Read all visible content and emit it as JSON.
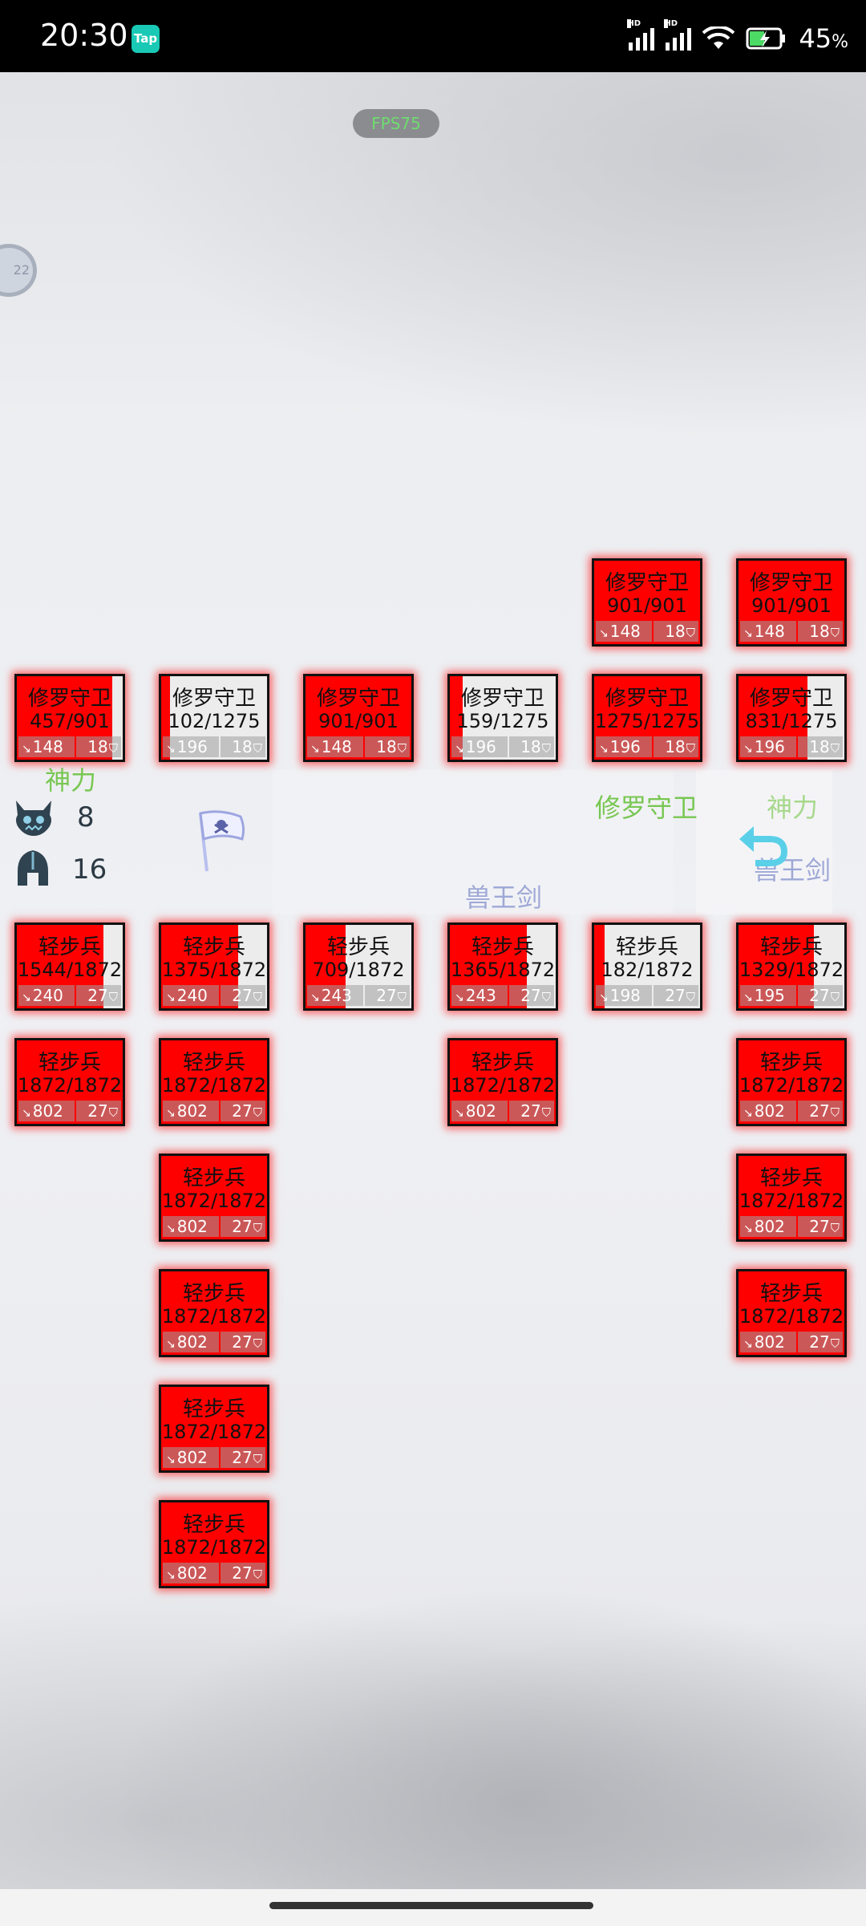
{
  "status_bar": {
    "time": "20:30",
    "tap_badge": "Tap",
    "battery_percent": "45",
    "battery_unit": "%",
    "signal_label": "HD"
  },
  "hud": {
    "fps_label": "FPS75",
    "side_ring_label": "22"
  },
  "player": {
    "buff_label": "神力",
    "stats": [
      {
        "icon": "demon-icon",
        "value": "8"
      },
      {
        "icon": "helmet-icon",
        "value": "16"
      }
    ]
  },
  "floating_labels": {
    "guard_label": "修罗守卫",
    "power_label": "神力",
    "sword_label_mid": "兽王剑",
    "sword_label_right": "兽王剑"
  },
  "icons": {
    "flag": "pirate-flag-icon",
    "undo": "undo-arrow-icon"
  },
  "enemy_cards": [
    {
      "name": "修罗守卫",
      "hp": "901/901",
      "hp_ratio": 1.0,
      "atk": "148",
      "def": "18"
    },
    {
      "name": "修罗守卫",
      "hp": "901/901",
      "hp_ratio": 1.0,
      "atk": "148",
      "def": "18"
    },
    {
      "name": "修罗守卫",
      "hp": "457/901",
      "hp_ratio": 0.9,
      "atk": "148",
      "def": "18"
    },
    {
      "name": "修罗守卫",
      "hp": "102/1275",
      "hp_ratio": 0.08,
      "atk": "196",
      "def": "18"
    },
    {
      "name": "修罗守卫",
      "hp": "901/901",
      "hp_ratio": 1.0,
      "atk": "148",
      "def": "18"
    },
    {
      "name": "修罗守卫",
      "hp": "159/1275",
      "hp_ratio": 0.12,
      "atk": "196",
      "def": "18"
    },
    {
      "name": "修罗守卫",
      "hp": "1275/1275",
      "hp_ratio": 1.0,
      "atk": "196",
      "def": "18"
    },
    {
      "name": "修罗守卫",
      "hp": "831/1275",
      "hp_ratio": 0.65,
      "atk": "196",
      "def": "18"
    }
  ],
  "ally_cards": [
    {
      "name": "轻步兵",
      "hp": "1544/1872",
      "hp_ratio": 0.82,
      "atk": "240",
      "def": "27"
    },
    {
      "name": "轻步兵",
      "hp": "1375/1872",
      "hp_ratio": 0.73,
      "atk": "240",
      "def": "27"
    },
    {
      "name": "轻步兵",
      "hp": "709/1872",
      "hp_ratio": 0.38,
      "atk": "243",
      "def": "27"
    },
    {
      "name": "轻步兵",
      "hp": "1365/1872",
      "hp_ratio": 0.73,
      "atk": "243",
      "def": "27"
    },
    {
      "name": "轻步兵",
      "hp": "182/1872",
      "hp_ratio": 0.1,
      "atk": "198",
      "def": "27"
    },
    {
      "name": "轻步兵",
      "hp": "1329/1872",
      "hp_ratio": 0.71,
      "atk": "195",
      "def": "27"
    },
    {
      "name": "轻步兵",
      "hp": "1872/1872",
      "hp_ratio": 1.0,
      "atk": "802",
      "def": "27"
    },
    {
      "name": "轻步兵",
      "hp": "1872/1872",
      "hp_ratio": 1.0,
      "atk": "802",
      "def": "27"
    },
    {
      "name": "轻步兵",
      "hp": "1872/1872",
      "hp_ratio": 1.0,
      "atk": "802",
      "def": "27"
    },
    {
      "name": "轻步兵",
      "hp": "1872/1872",
      "hp_ratio": 1.0,
      "atk": "802",
      "def": "27"
    },
    {
      "name": "轻步兵",
      "hp": "1872/1872",
      "hp_ratio": 1.0,
      "atk": "802",
      "def": "27"
    },
    {
      "name": "轻步兵",
      "hp": "1872/1872",
      "hp_ratio": 1.0,
      "atk": "802",
      "def": "27"
    },
    {
      "name": "轻步兵",
      "hp": "1872/1872",
      "hp_ratio": 1.0,
      "atk": "802",
      "def": "27"
    },
    {
      "name": "轻步兵",
      "hp": "1872/1872",
      "hp_ratio": 1.0,
      "atk": "802",
      "def": "27"
    },
    {
      "name": "轻步兵",
      "hp": "1872/1872",
      "hp_ratio": 1.0,
      "atk": "802",
      "def": "27"
    },
    {
      "name": "轻步兵",
      "hp": "1872/1872",
      "hp_ratio": 1.0,
      "atk": "802",
      "def": "27"
    }
  ]
}
